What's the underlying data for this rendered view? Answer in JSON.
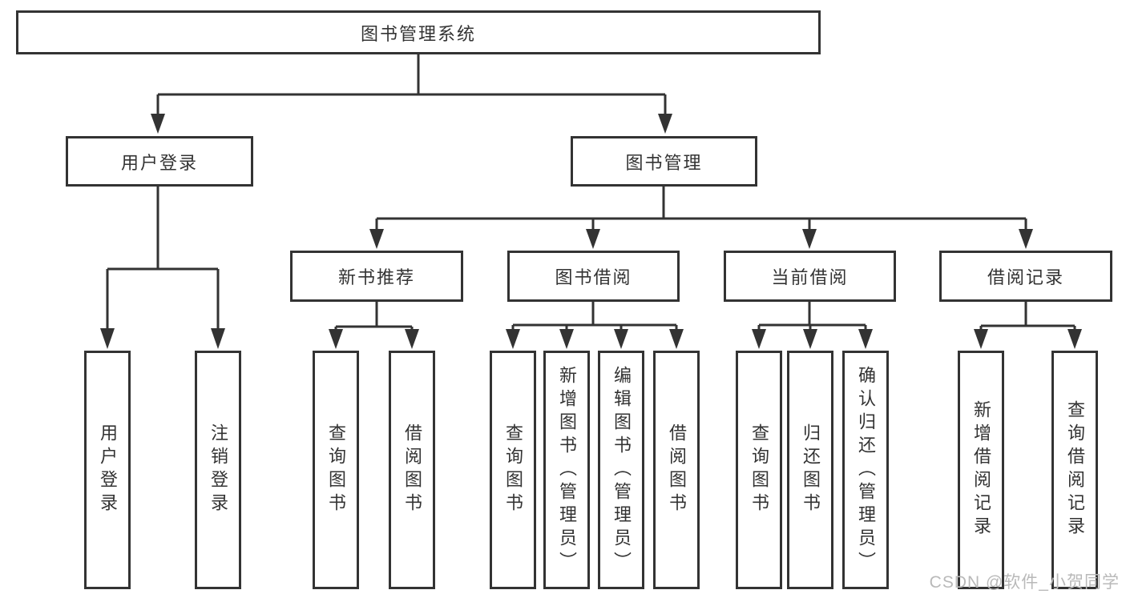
{
  "diagram": {
    "title_node": {
      "label": "图书管理系统"
    },
    "level2": [
      {
        "label": "用户登录"
      },
      {
        "label": "图书管理"
      }
    ],
    "level3": [
      {
        "label": "新书推荐"
      },
      {
        "label": "图书借阅"
      },
      {
        "label": "当前借阅"
      },
      {
        "label": "借阅记录"
      }
    ],
    "leaves": {
      "user_login": [
        "用户登录",
        "注销登录"
      ],
      "new_book": [
        "查询图书",
        "借阅图书"
      ],
      "book_borrow": [
        "查询图书",
        "新增图书（管理员）",
        "编辑图书（管理员）",
        "借阅图书"
      ],
      "current_borrow": [
        "查询图书",
        "归还图书",
        "确认归还（管理员）"
      ],
      "borrow_records": [
        "新增借阅记录",
        "查询借阅记录"
      ]
    }
  },
  "watermark": {
    "text": "CSDN @软件_小贺同学",
    "color": "#b9b9b9"
  },
  "colors": {
    "line": "#333333",
    "border": "#333333",
    "text": "#333333",
    "background": "#ffffff"
  }
}
